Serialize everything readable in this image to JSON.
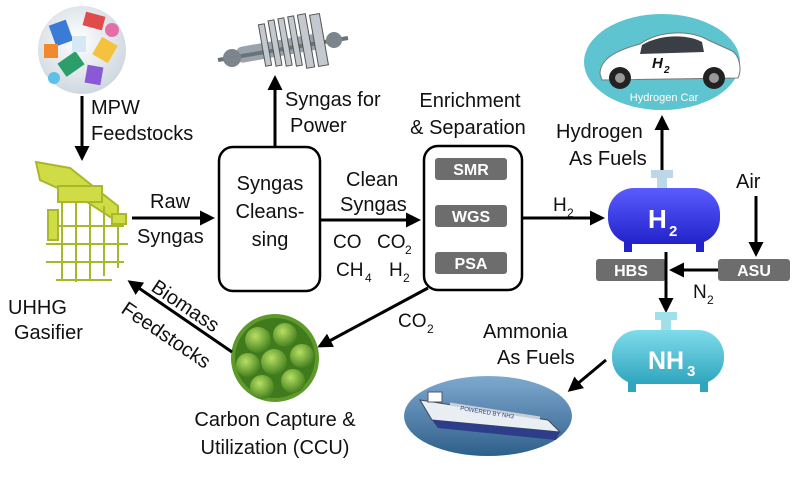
{
  "labels": {
    "mpw_1": "MPW",
    "mpw_2": "Feedstocks",
    "raw_1": "Raw",
    "raw_2": "Syngas",
    "uhhg_1": "UHHG",
    "uhhg_2": "Gasifier",
    "biomass_1": "Biomass",
    "biomass_2": "Feedstocks",
    "syngas_power_1": "Syngas for",
    "syngas_power_2": "Power",
    "cleansing_1": "Syngas",
    "cleansing_2": "Cleans-",
    "cleansing_3": "sing",
    "clean_syngas_1": "Clean",
    "clean_syngas_2": "Syngas",
    "co": "CO",
    "co2": "CO",
    "co2_sub": "2",
    "ch4": "CH",
    "ch4_sub": "4",
    "h2_mix": "H",
    "h2_mix_sub": "2",
    "enrich_1": "Enrichment",
    "enrich_2": "& Separation",
    "smr": "SMR",
    "wgs": "WGS",
    "psa": "PSA",
    "h2_flow": "H",
    "h2_flow_sub": "2",
    "co2_flow": "CO",
    "co2_flow_sub": "2",
    "hydrogen_1": "Hydrogen",
    "hydrogen_2": "As Fuels",
    "car_h2": "H",
    "car_h2_sub": "2",
    "car_caption": "Hydrogen Car",
    "tank_h2": "H",
    "tank_h2_sub": "2",
    "air": "Air",
    "asu": "ASU",
    "hbs": "HBS",
    "n2": "N",
    "n2_sub": "2",
    "nh3": "NH",
    "nh3_sub": "3",
    "ammonia_1": "Ammonia",
    "ammonia_2": "As Fuels",
    "ccu_1": "Carbon Capture &",
    "ccu_2": "Utilization (CCU)",
    "ship_text": "POWERED BY NH3"
  },
  "colors": {
    "h2_tank": "#3b3cf0",
    "nh3_tank": "#4fc3d9",
    "process_box": "#6d6d6d",
    "gasifier": "#c5d43a",
    "ccu": "#6fa832",
    "car_bg": "#5ec4cf"
  }
}
